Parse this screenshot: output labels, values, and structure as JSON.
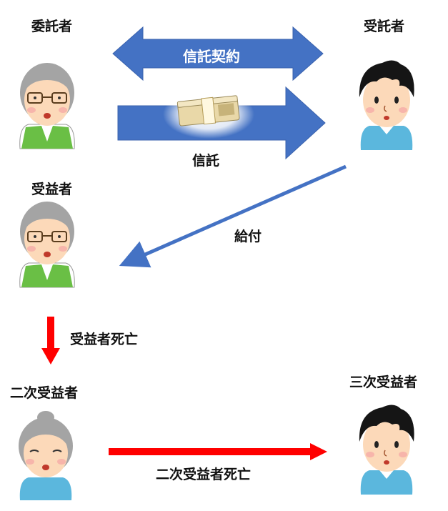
{
  "roles": {
    "settlor": "委託者",
    "trustee": "受託者",
    "beneficiary": "受益者",
    "second_beneficiary": "二次受益者",
    "third_beneficiary": "三次受益者"
  },
  "arrows": {
    "contract": "信託契約",
    "trust": "信託",
    "payment": "給付",
    "beneficiary_death": "受益者死亡",
    "second_beneficiary_death": "二次受益者死亡"
  },
  "colors": {
    "blue_arrow": "#4472c4",
    "red_arrow": "#ff0000",
    "skin": "#fcd9b9",
    "old_hair": "#a4a4a4",
    "young_hair": "#151515",
    "vest_green": "#6abf45",
    "shirt_blue": "#5bb7dd"
  },
  "icons": {
    "money": "money-bundle-icon"
  }
}
